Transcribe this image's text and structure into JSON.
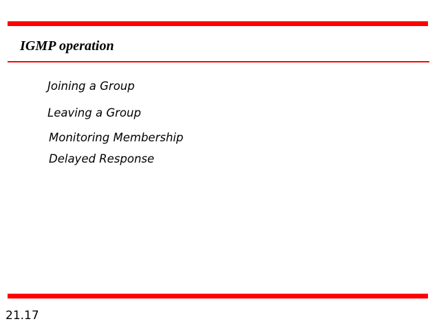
{
  "slide": {
    "title": "IGMP operation",
    "page_number": "21.17",
    "accent_color": "#ff0000",
    "background_color": "#ffffff",
    "text_color": "#000000",
    "items": [
      {
        "label": "Joining a Group"
      },
      {
        "label": "Leaving a Group"
      },
      {
        "label": "Monitoring Membership"
      },
      {
        "label": "Delayed Response"
      }
    ]
  }
}
